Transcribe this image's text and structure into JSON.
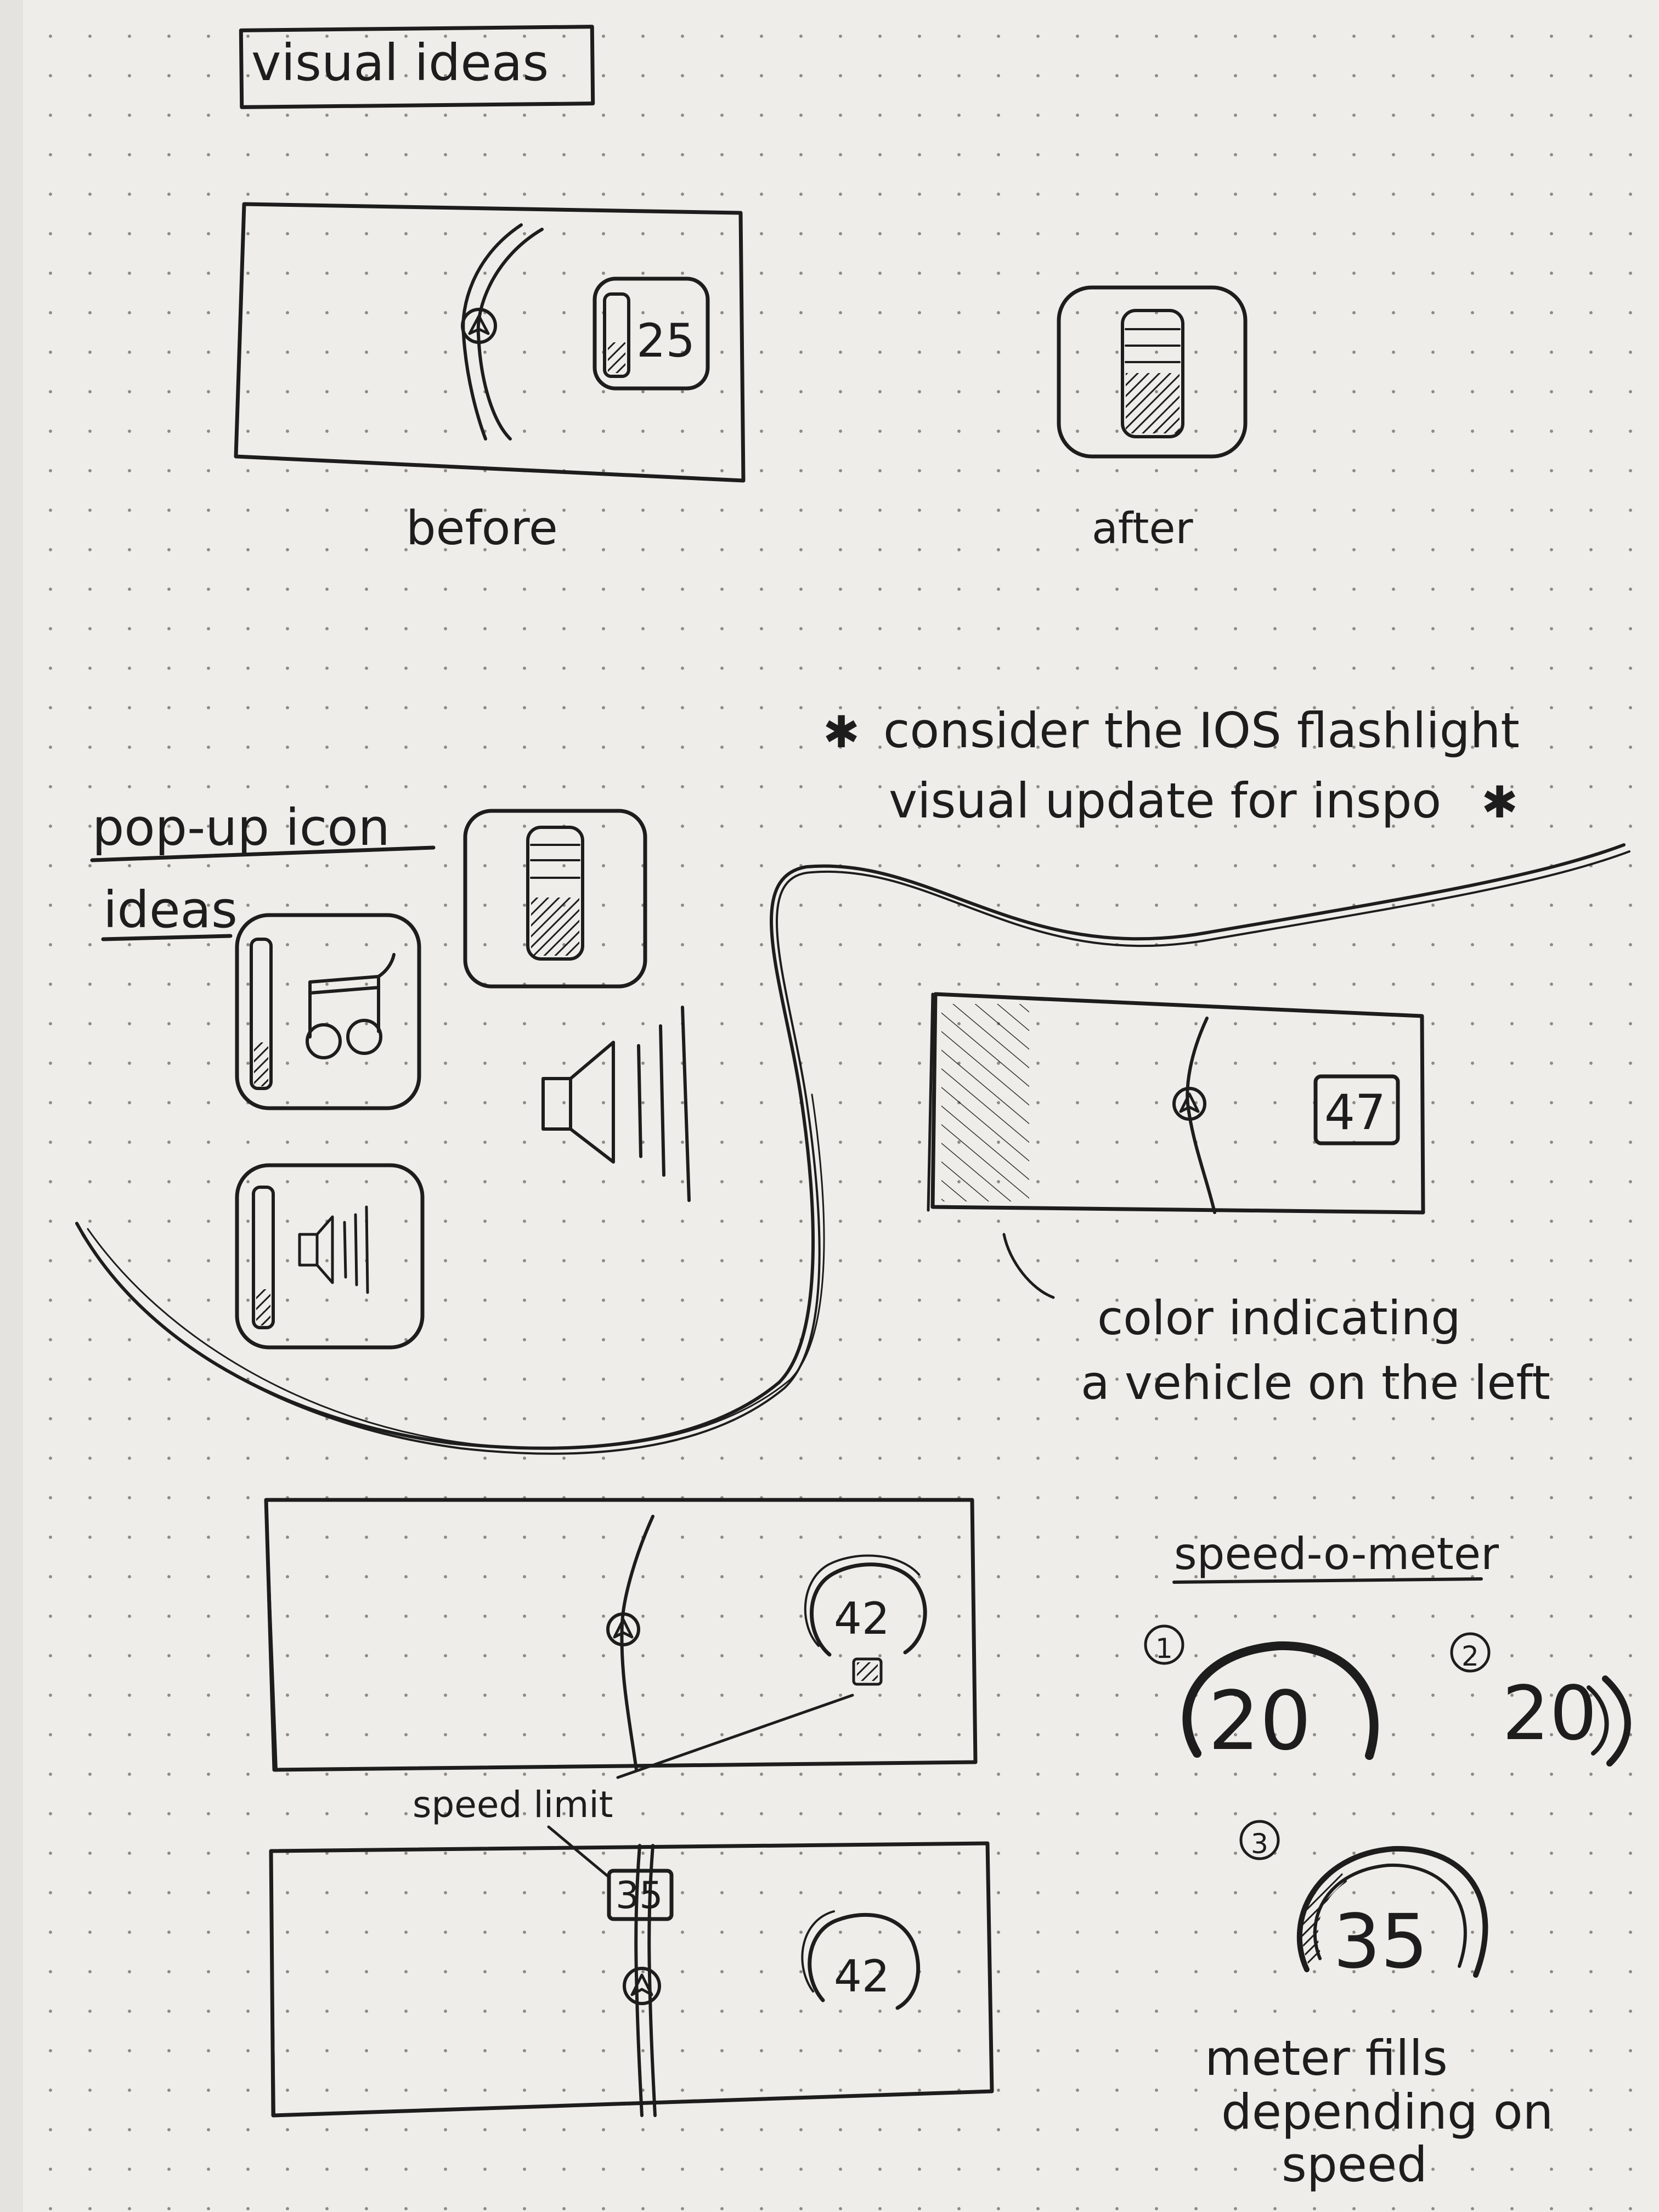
{
  "section_title": "visual ideas",
  "before_after": {
    "before_label": "before",
    "after_label": "after",
    "before_speed": "25"
  },
  "note_inspo": {
    "line1": "consider the IOS flashlight",
    "line2": "visual update for inspo"
  },
  "popup_section": {
    "title_line1": "pop-up icon",
    "title_line2": "ideas"
  },
  "left_vehicle": {
    "speed": "47",
    "caption_line1": "color indicating",
    "caption_line2": "a vehicle on the left"
  },
  "speedometer_views": {
    "speed_top": "42",
    "speed_bottom": "42",
    "speed_limit_sign": "35",
    "speed_limit_label": "speed limit"
  },
  "speedometer": {
    "title": "speed-o-meter",
    "options": [
      {
        "marker": "1",
        "value": "20"
      },
      {
        "marker": "2",
        "value": "20"
      },
      {
        "marker": "3",
        "value": "35"
      }
    ],
    "caption_line1": "meter fills",
    "caption_line2": "depending on",
    "caption_line3": "speed"
  },
  "ink_color": "#1d1d1d",
  "paper_color": "#eeede9"
}
